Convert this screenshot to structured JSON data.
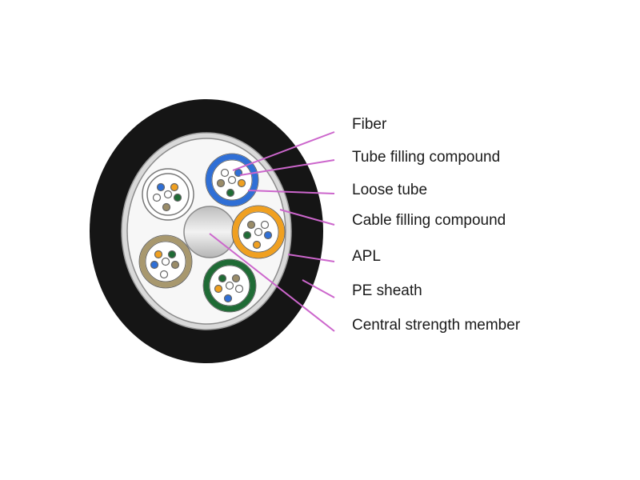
{
  "diagram": {
    "title": "Optical fiber cable cross-section",
    "colors": {
      "sheath": "#151515",
      "apl": "#d9d9d9",
      "cable_filling": "#f7f7f7",
      "central_member": "#c8c8c8",
      "leader": "#cc66cc",
      "fiber_blue": "#2f6fd6",
      "fiber_orange": "#f0a020",
      "fiber_green": "#1f6b35",
      "fiber_tan": "#9a8c68",
      "fiber_white": "#ffffff"
    },
    "labels": [
      {
        "id": "fiber",
        "text": "Fiber"
      },
      {
        "id": "tube-filling-compound",
        "text": "Tube filling compound"
      },
      {
        "id": "loose-tube",
        "text": "Loose tube"
      },
      {
        "id": "cable-filling-compound",
        "text": "Cable filling compound"
      },
      {
        "id": "apl",
        "text": "APL"
      },
      {
        "id": "pe-sheath",
        "text": "PE  sheath"
      },
      {
        "id": "central-strength-member",
        "text": "Central strength member"
      }
    ],
    "tubes": [
      {
        "name": "blue-tube",
        "color": "#2f6fd6",
        "fibers": [
          "white",
          "blue",
          "tan",
          "white",
          "orange",
          "green"
        ]
      },
      {
        "name": "white-tube",
        "color": "#e9e9e9",
        "fibers": [
          "blue",
          "orange",
          "white",
          "white",
          "green",
          "tan"
        ]
      },
      {
        "name": "orange-tube",
        "color": "#f0a020",
        "fibers": [
          "tan",
          "white",
          "green",
          "white",
          "blue",
          "orange"
        ]
      },
      {
        "name": "tan-tube",
        "color": "#a8986e",
        "fibers": [
          "orange",
          "green",
          "blue",
          "white",
          "tan",
          "white"
        ]
      },
      {
        "name": "green-tube",
        "color": "#1f6b35",
        "fibers": [
          "green",
          "tan",
          "orange",
          "white",
          "white",
          "blue"
        ]
      }
    ]
  }
}
